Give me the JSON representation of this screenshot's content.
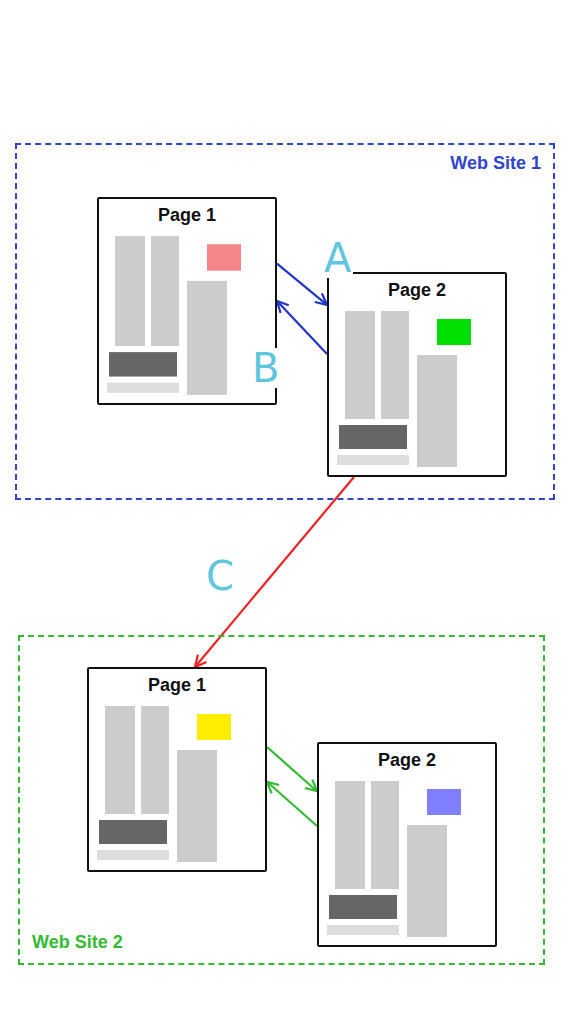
{
  "diagram": {
    "nodes": [
      {
        "text": [
          "Web Site 1"
        ]
      },
      {
        "text": [
          "Page 1"
        ],
        "in": 0
      },
      {
        "text": [
          "Page 2"
        ],
        "in": 0
      },
      {
        "text": [
          "Web Site 2"
        ]
      },
      {
        "text": [
          "Page 1"
        ],
        "in": 3
      },
      {
        "text": [
          "Page 2"
        ],
        "in": 3
      }
    ],
    "edges": [
      {
        "from": 1,
        "to": 2,
        "arrow": "to",
        "label": "A"
      },
      {
        "from": 2,
        "to": 1,
        "arrow": "to",
        "label": "B"
      },
      {
        "from": 2,
        "to": 4,
        "arrow": "to",
        "label": "C"
      },
      {
        "from": 4,
        "to": 5,
        "arrow": "to"
      },
      {
        "from": 5,
        "to": 4,
        "arrow": "to"
      }
    ]
  }
}
